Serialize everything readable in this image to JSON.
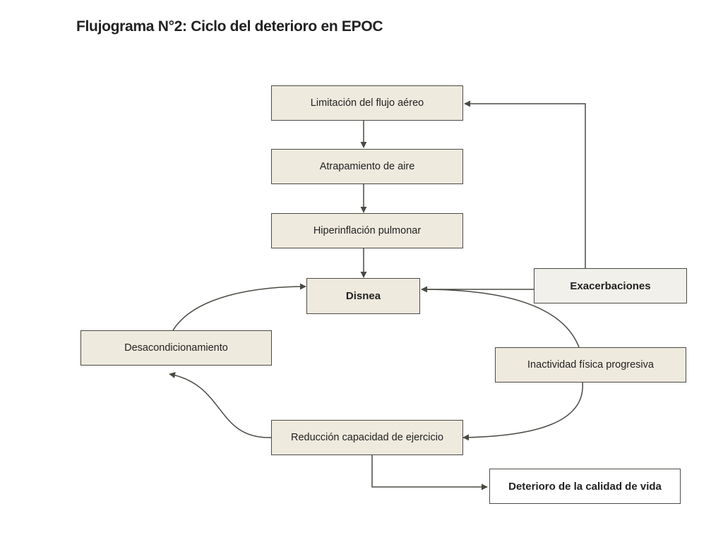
{
  "diagram": {
    "title": "Flujograma N°2: Ciclo del deterioro en EPOC",
    "colors": {
      "node_fill": "#efeade",
      "line": "#4a4a44",
      "text": "#222222"
    },
    "nodes": {
      "limitacion": {
        "label": "Limitación del flujo aéreo"
      },
      "atrapamiento": {
        "label": "Atrapamiento de aire"
      },
      "hiperinflacion": {
        "label": "Hiperinflación pulmonar"
      },
      "disnea": {
        "label": "Disnea"
      },
      "exacerbaciones": {
        "label": "Exacerbaciones"
      },
      "desacondicionamiento": {
        "label": "Desacondicionamiento"
      },
      "inactividad": {
        "label": "Inactividad física progresiva"
      },
      "reduccion": {
        "label": "Reducción capacidad de ejercicio"
      },
      "deterioro": {
        "label": "Deterioro de la calidad de vida"
      }
    }
  }
}
